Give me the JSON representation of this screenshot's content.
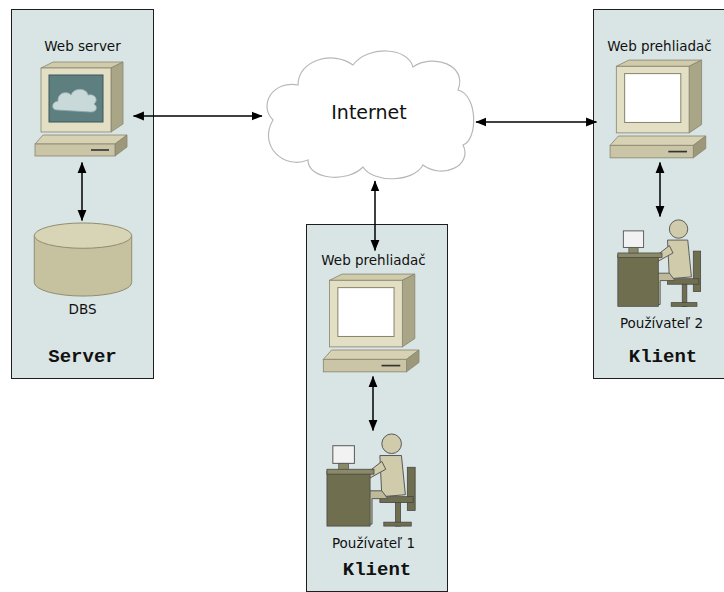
{
  "diagram": {
    "nodes": [
      {
        "text": [
          "Server"
        ]
      },
      {
        "text": [
          "Web server"
        ],
        "in": 0
      },
      {
        "text": [
          "DBS"
        ],
        "in": 0
      },
      {
        "text": [
          "Internet"
        ]
      },
      {
        "text": [
          "Klient"
        ]
      },
      {
        "text": [
          "Web prehliadač"
        ],
        "in": 4
      },
      {
        "text": [
          "Používateľ 1"
        ],
        "in": 4
      },
      {
        "text": [
          "Klient"
        ]
      },
      {
        "text": [
          "Web prehliadač"
        ],
        "in": 7
      },
      {
        "text": [
          "Používateľ 2"
        ],
        "in": 7
      }
    ],
    "edges": [
      {
        "from": 1,
        "to": 2,
        "arrow": "both"
      },
      {
        "from": 1,
        "to": 3,
        "arrow": "both"
      },
      {
        "from": 3,
        "to": 5,
        "arrow": "both"
      },
      {
        "from": 3,
        "to": 8,
        "arrow": "both"
      },
      {
        "from": 5,
        "to": 6,
        "arrow": "both"
      },
      {
        "from": 8,
        "to": 9,
        "arrow": "both"
      }
    ]
  }
}
